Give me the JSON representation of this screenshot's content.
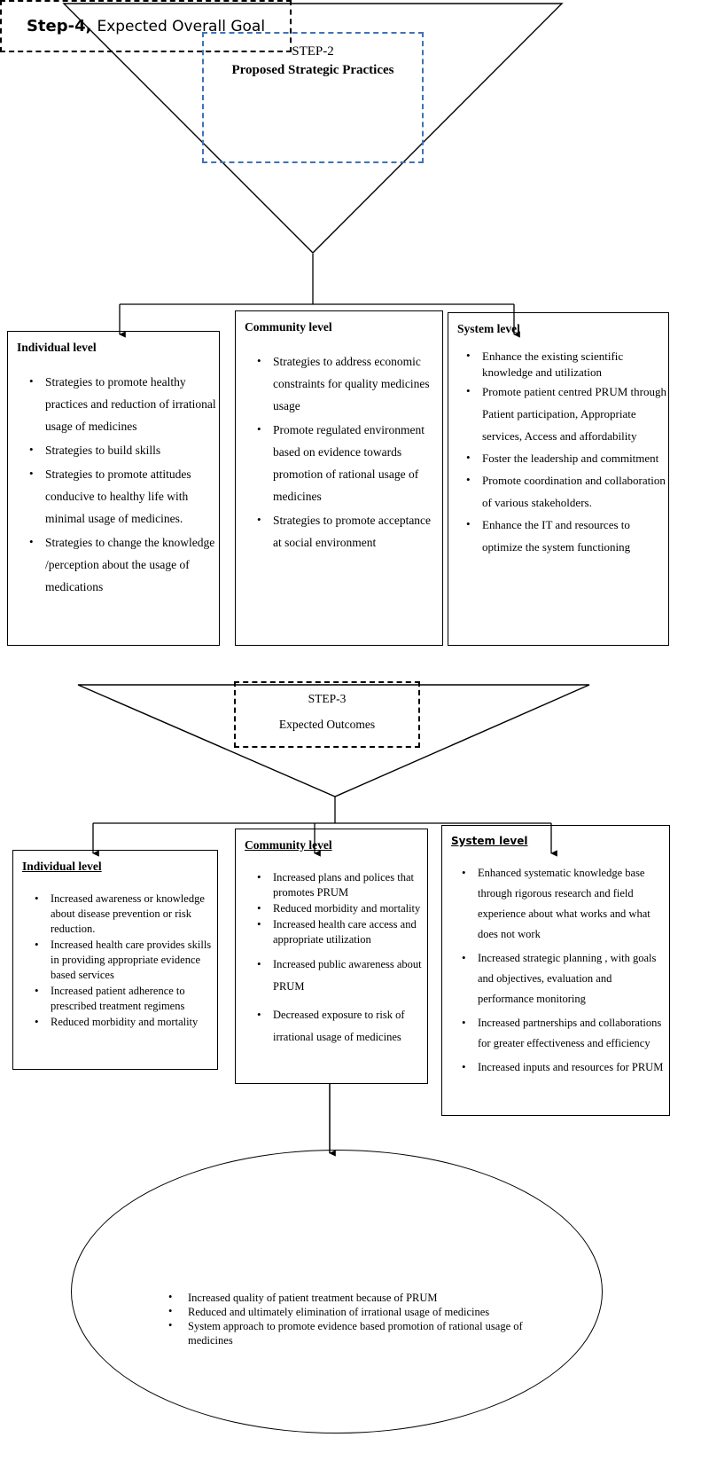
{
  "steps": {
    "step2": {
      "line1": "STEP-2",
      "line2": "Proposed Strategic Practices",
      "border_color": "#3f72b5"
    },
    "step3": {
      "line1": "STEP-3",
      "line2": "Expected Outcomes",
      "border_color": "#000000"
    },
    "step4": {
      "bold": "Step-4,",
      "rest": "Expected Overall Goal",
      "border_color": "#000000"
    }
  },
  "strategic_practices": {
    "individual": {
      "heading": "Individual level",
      "items": [
        "Strategies to promote healthy practices and reduction of irrational usage of medicines",
        "Strategies to build skills",
        "Strategies to promote attitudes conducive to healthy life with minimal usage of medicines.",
        "Strategies to change the knowledge /perception about the usage of medications"
      ]
    },
    "community": {
      "heading": "Community level",
      "items": [
        "Strategies to address economic constraints for quality medicines usage",
        "Promote regulated environment based on evidence towards promotion of rational usage of medicines",
        "Strategies to promote acceptance at social environment"
      ]
    },
    "system": {
      "heading": "System level",
      "items": [
        "Enhance the existing scientific knowledge and utilization",
        "Promote patient centred PRUM through Patient participation, Appropriate services, Access and affordability",
        "Foster the leadership and commitment",
        "Promote coordination and collaboration of various stakeholders.",
        "Enhance the  IT  and resources to optimize the system functioning"
      ]
    }
  },
  "expected_outcomes": {
    "individual": {
      "heading": "Individual level",
      "items": [
        "Increased awareness or knowledge about disease prevention or risk reduction.",
        "Increased health care provides skills in providing appropriate evidence based services",
        "Increased patient adherence to prescribed treatment regimens",
        "Reduced morbidity and mortality"
      ]
    },
    "community": {
      "heading": "Community level",
      "items": [
        "Increased plans and polices that promotes PRUM",
        "Reduced morbidity and mortality",
        "Increased health care access and appropriate utilization",
        "Increased public awareness about PRUM",
        "Decreased exposure to risk of irrational usage of medicines"
      ]
    },
    "system": {
      "heading": "System level",
      "items": [
        "Enhanced systematic knowledge base through rigorous research and field experience about what works and what does not work",
        "Increased strategic planning , with goals and objectives, evaluation and performance monitoring",
        "Increased partnerships and collaborations for greater effectiveness and efficiency",
        "Increased inputs and resources for PRUM"
      ]
    }
  },
  "overall_goal": {
    "items": [
      "Increased quality of patient treatment because of PRUM",
      "Reduced and ultimately elimination of irrational usage of medicines",
      "System approach to promote evidence based promotion of rational usage of medicines"
    ]
  }
}
